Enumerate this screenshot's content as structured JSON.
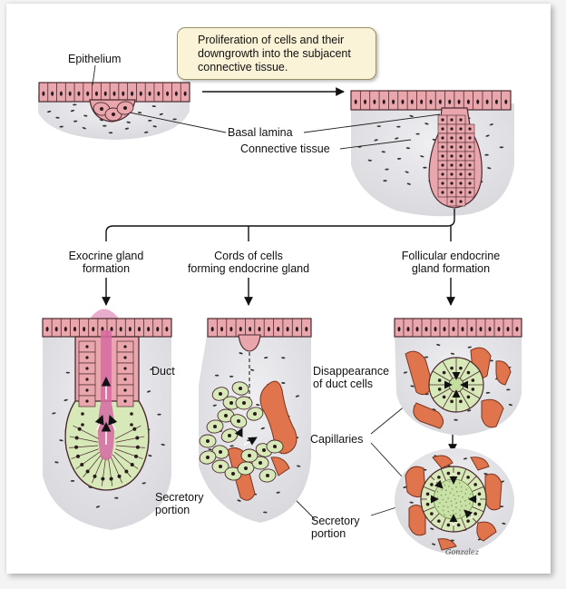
{
  "caption": {
    "lines": [
      "Proliferation of cells and their",
      "downgrowth into the subjacent",
      "connective tissue."
    ]
  },
  "labels": {
    "epithelium": "Epithelium",
    "basal_lamina": "Basal lamina",
    "connective_tissue": "Connective tissue",
    "exocrine": [
      "Exocrine gland",
      "formation"
    ],
    "cords": [
      "Cords of cells",
      "forming endocrine gland"
    ],
    "follicular": [
      "Follicular endocrine",
      "gland formation"
    ],
    "duct": "Duct",
    "disappearance": [
      "Disappearance",
      "of duct cells"
    ],
    "capillaries": "Capillaries",
    "secretory_exocrine": [
      "Secretory",
      "portion"
    ],
    "secretory_cords": [
      "Secretory",
      "portion"
    ]
  },
  "signature": "Gonzalez",
  "colors": {
    "cell_pink": "#e9a7ad",
    "cell_outline": "#4a2a2e",
    "secretory_green": "#d7e9b8",
    "mucus_magenta": "#d56aa2",
    "capillary_orange": "#e0744c",
    "connective": "#e9e9ec",
    "caption_bg": "#fbf3d8"
  }
}
